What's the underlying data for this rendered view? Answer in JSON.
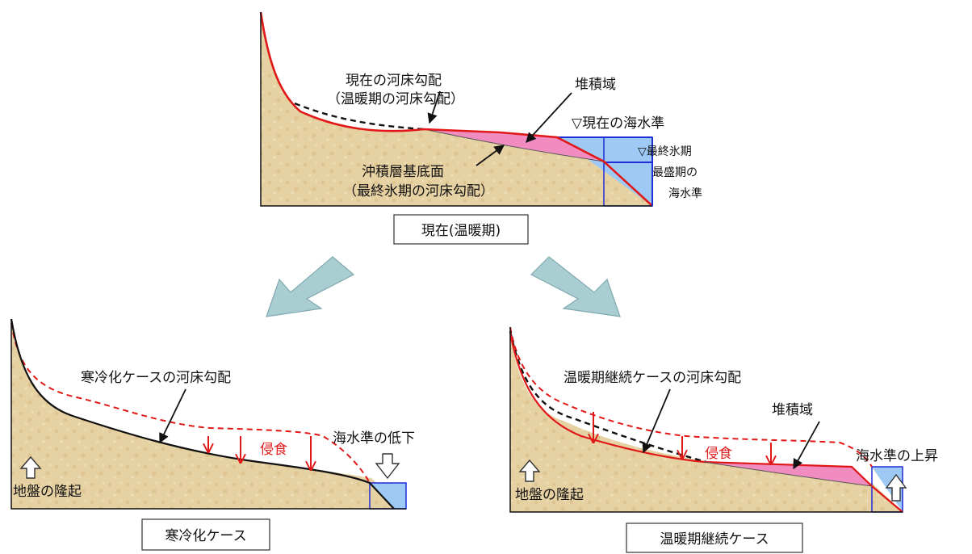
{
  "colors": {
    "soil": "#e8d4a8",
    "soil_dark": "#d9bd86",
    "sea": "#9ec9f5",
    "sea_edge": "#1f2dd6",
    "deposit": "#f08cc0",
    "bed_line": "#e01818",
    "base_line": "#111111",
    "arrow_fill": "#a9cdd1",
    "arrow_edge": "#7faab0"
  },
  "top": {
    "current_gradient": "現在の河床勾配",
    "current_gradient_paren": "（温暖期の河床勾配）",
    "deposit_area": "堆積域",
    "current_sea_level": "▽現在の海水準",
    "lgm_sea_level": [
      "▽最終氷期",
      "最盛期の",
      "海水準"
    ],
    "alluvium_base": "沖積層基底面",
    "alluvium_base_paren": "（最終氷期の河床勾配）",
    "caption": "現在(温暖期)"
  },
  "left": {
    "gradient_label": "寒冷化ケースの河床勾配",
    "erosion": "侵食",
    "sea_level_fall": "海水準の低下",
    "uplift": "地盤の隆起",
    "caption": "寒冷化ケース"
  },
  "right": {
    "gradient_label": "温暖期継続ケースの河床勾配",
    "deposit_area": "堆積域",
    "erosion": "侵食",
    "sea_level_rise": "海水準の上昇",
    "uplift": "地盤の隆起",
    "caption": "温暖期継続ケース"
  }
}
